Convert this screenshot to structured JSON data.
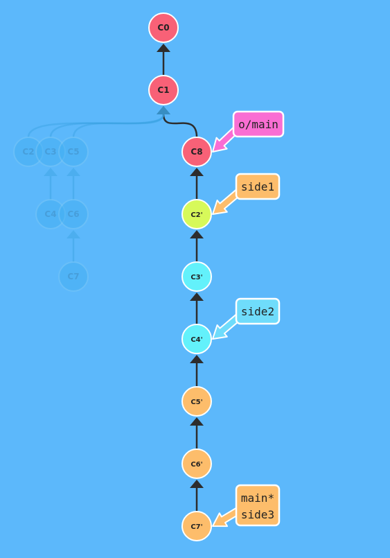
{
  "colors": {
    "background": "#5cb8fb",
    "edge": "#2d2d2d",
    "ghost_edge": "#3aa2e2",
    "ghost_node": "#41aff2"
  },
  "commits": [
    {
      "id": "C0",
      "label": "C0",
      "color": "#f86177",
      "ghost": false
    },
    {
      "id": "C1",
      "label": "C1",
      "color": "#f86177",
      "ghost": false
    },
    {
      "id": "C2",
      "label": "C2",
      "color": "#41aff2",
      "ghost": true
    },
    {
      "id": "C3",
      "label": "C3",
      "color": "#41aff2",
      "ghost": true
    },
    {
      "id": "C5",
      "label": "C5",
      "color": "#41aff2",
      "ghost": true
    },
    {
      "id": "C4",
      "label": "C4",
      "color": "#41aff2",
      "ghost": true
    },
    {
      "id": "C6",
      "label": "C6",
      "color": "#41aff2",
      "ghost": true
    },
    {
      "id": "C7",
      "label": "C7",
      "color": "#41aff2",
      "ghost": true
    },
    {
      "id": "C8",
      "label": "C8",
      "color": "#f86177",
      "ghost": false
    },
    {
      "id": "C2p",
      "label": "C2'",
      "color": "#d7f95a",
      "ghost": false
    },
    {
      "id": "C3p",
      "label": "C3'",
      "color": "#63f1fb",
      "ghost": false
    },
    {
      "id": "C4p",
      "label": "C4'",
      "color": "#63f1fb",
      "ghost": false
    },
    {
      "id": "C5p",
      "label": "C5'",
      "color": "#fdbd6b",
      "ghost": false
    },
    {
      "id": "C6p",
      "label": "C6'",
      "color": "#fdbd6b",
      "ghost": false
    },
    {
      "id": "C7p",
      "label": "C7'",
      "color": "#fdbd6b",
      "ghost": false
    }
  ],
  "edges": [
    {
      "from": "C1",
      "to": "C0",
      "ghost": false
    },
    {
      "from": "C8",
      "to": "C1",
      "ghost": false
    },
    {
      "from": "C2p",
      "to": "C8",
      "ghost": false
    },
    {
      "from": "C3p",
      "to": "C2p",
      "ghost": false
    },
    {
      "from": "C4p",
      "to": "C3p",
      "ghost": false
    },
    {
      "from": "C5p",
      "to": "C4p",
      "ghost": false
    },
    {
      "from": "C6p",
      "to": "C5p",
      "ghost": false
    },
    {
      "from": "C7p",
      "to": "C6p",
      "ghost": false
    },
    {
      "from": "C2",
      "to": "C1",
      "ghost": true
    },
    {
      "from": "C3",
      "to": "C1",
      "ghost": true
    },
    {
      "from": "C5",
      "to": "C1",
      "ghost": true
    },
    {
      "from": "C4",
      "to": "C3",
      "ghost": true
    },
    {
      "from": "C6",
      "to": "C5",
      "ghost": true
    },
    {
      "from": "C7",
      "to": "C6",
      "ghost": true
    }
  ],
  "branches": [
    {
      "id": "o-main",
      "lines": [
        "o/main"
      ],
      "target": "C8",
      "color": "#f96ed3"
    },
    {
      "id": "side1",
      "lines": [
        "side1"
      ],
      "target": "C2p",
      "color": "#fdbd6b"
    },
    {
      "id": "side2",
      "lines": [
        "side2"
      ],
      "target": "C4p",
      "color": "#6fdcfb"
    },
    {
      "id": "main-side3",
      "lines": [
        "main*",
        "side3"
      ],
      "target": "C7p",
      "color": "#fdbd6b"
    }
  ]
}
